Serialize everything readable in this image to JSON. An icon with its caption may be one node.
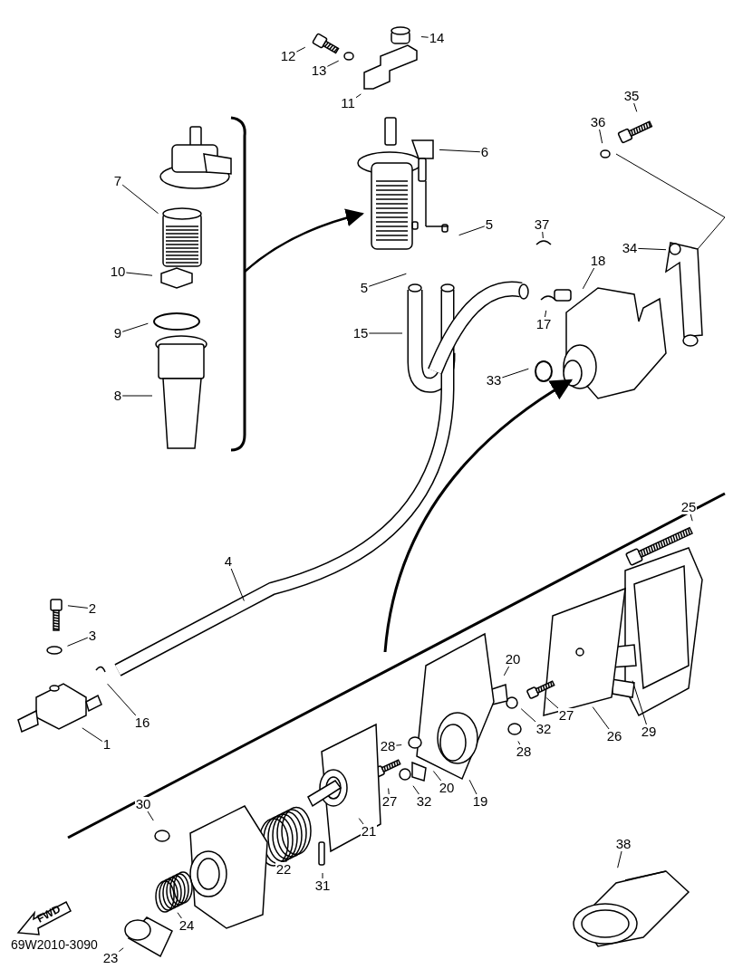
{
  "diagram": {
    "nodes": [
      {
        "text": [
          "12"
        ]
      },
      {
        "text": [
          "13"
        ]
      },
      {
        "text": [
          "14"
        ]
      },
      {
        "text": [
          "11"
        ]
      },
      {
        "text": [
          "6"
        ]
      },
      {
        "text": [
          "7"
        ]
      },
      {
        "text": [
          "5"
        ]
      },
      {
        "text": [
          "10"
        ]
      },
      {
        "text": [
          "5"
        ]
      },
      {
        "text": [
          "9"
        ]
      },
      {
        "text": [
          "15"
        ]
      },
      {
        "text": [
          "8"
        ]
      },
      {
        "text": [
          "35"
        ]
      },
      {
        "text": [
          "36"
        ]
      },
      {
        "text": [
          "37"
        ]
      },
      {
        "text": [
          "34"
        ]
      },
      {
        "text": [
          "18"
        ]
      },
      {
        "text": [
          "17"
        ]
      },
      {
        "text": [
          "33"
        ]
      },
      {
        "text": [
          "25"
        ]
      },
      {
        "text": [
          "4"
        ]
      },
      {
        "text": [
          "2"
        ]
      },
      {
        "text": [
          "3"
        ]
      },
      {
        "text": [
          "20"
        ]
      },
      {
        "text": [
          "16"
        ]
      },
      {
        "text": [
          "27"
        ]
      },
      {
        "text": [
          "32"
        ]
      },
      {
        "text": [
          "29"
        ]
      },
      {
        "text": [
          "1"
        ]
      },
      {
        "text": [
          "28"
        ]
      },
      {
        "text": [
          "26"
        ]
      },
      {
        "text": [
          "28"
        ]
      },
      {
        "text": [
          "20"
        ]
      },
      {
        "text": [
          "27"
        ]
      },
      {
        "text": [
          "32"
        ]
      },
      {
        "text": [
          "19"
        ]
      },
      {
        "text": [
          "30"
        ]
      },
      {
        "text": [
          "21"
        ]
      },
      {
        "text": [
          "38"
        ]
      },
      {
        "text": [
          "22"
        ]
      },
      {
        "text": [
          "31"
        ]
      },
      {
        "text": [
          "24"
        ]
      },
      {
        "text": [
          "23"
        ]
      },
      {
        "text": [
          "FWD"
        ]
      }
    ],
    "edges": [
      {
        "from": 0,
        "to": null,
        "arrow": "none"
      },
      {
        "from": 1,
        "to": null,
        "arrow": "none"
      },
      {
        "from": 2,
        "to": null,
        "arrow": "none"
      },
      {
        "from": 3,
        "to": null,
        "arrow": "none"
      },
      {
        "from": 4,
        "to": null,
        "arrow": "none"
      },
      {
        "from": 5,
        "to": null,
        "arrow": "none"
      },
      {
        "from": 6,
        "to": null,
        "arrow": "none"
      },
      {
        "from": 7,
        "to": null,
        "arrow": "none"
      },
      {
        "from": 8,
        "to": null,
        "arrow": "none"
      },
      {
        "from": 9,
        "to": null,
        "arrow": "none"
      },
      {
        "from": 10,
        "to": null,
        "arrow": "none"
      },
      {
        "from": 11,
        "to": null,
        "arrow": "none"
      },
      {
        "from": 12,
        "to": null,
        "arrow": "none"
      },
      {
        "from": 13,
        "to": null,
        "arrow": "none"
      },
      {
        "from": 14,
        "to": null,
        "arrow": "none"
      },
      {
        "from": 15,
        "to": null,
        "arrow": "none"
      },
      {
        "from": 16,
        "to": null,
        "arrow": "none"
      },
      {
        "from": 17,
        "to": null,
        "arrow": "none"
      },
      {
        "from": 18,
        "to": null,
        "arrow": "none"
      },
      {
        "from": 19,
        "to": null,
        "arrow": "none"
      },
      {
        "from": 20,
        "to": null,
        "arrow": "none"
      },
      {
        "from": 21,
        "to": null,
        "arrow": "none"
      },
      {
        "from": 22,
        "to": null,
        "arrow": "none"
      },
      {
        "from": 23,
        "to": null,
        "arrow": "none"
      },
      {
        "from": 24,
        "to": null,
        "arrow": "none"
      },
      {
        "from": 25,
        "to": null,
        "arrow": "none"
      },
      {
        "from": 26,
        "to": null,
        "arrow": "none"
      },
      {
        "from": 27,
        "to": null,
        "arrow": "none"
      },
      {
        "from": 28,
        "to": null,
        "arrow": "none"
      },
      {
        "from": 29,
        "to": null,
        "arrow": "none"
      },
      {
        "from": 30,
        "to": null,
        "arrow": "none"
      },
      {
        "from": 31,
        "to": null,
        "arrow": "none"
      },
      {
        "from": 32,
        "to": null,
        "arrow": "none"
      },
      {
        "from": 33,
        "to": null,
        "arrow": "none"
      },
      {
        "from": 34,
        "to": null,
        "arrow": "none"
      },
      {
        "from": 35,
        "to": null,
        "arrow": "none"
      },
      {
        "from": 36,
        "to": null,
        "arrow": "none"
      },
      {
        "from": 37,
        "to": null,
        "arrow": "none"
      },
      {
        "from": 38,
        "to": null,
        "arrow": "none"
      },
      {
        "from": 39,
        "to": null,
        "arrow": "none"
      },
      {
        "from": 40,
        "to": null,
        "arrow": "none"
      },
      {
        "from": 41,
        "to": null,
        "arrow": "none"
      },
      {
        "from": 42,
        "to": null,
        "arrow": "none"
      }
    ],
    "labels": [
      "69W2010-3090"
    ]
  }
}
